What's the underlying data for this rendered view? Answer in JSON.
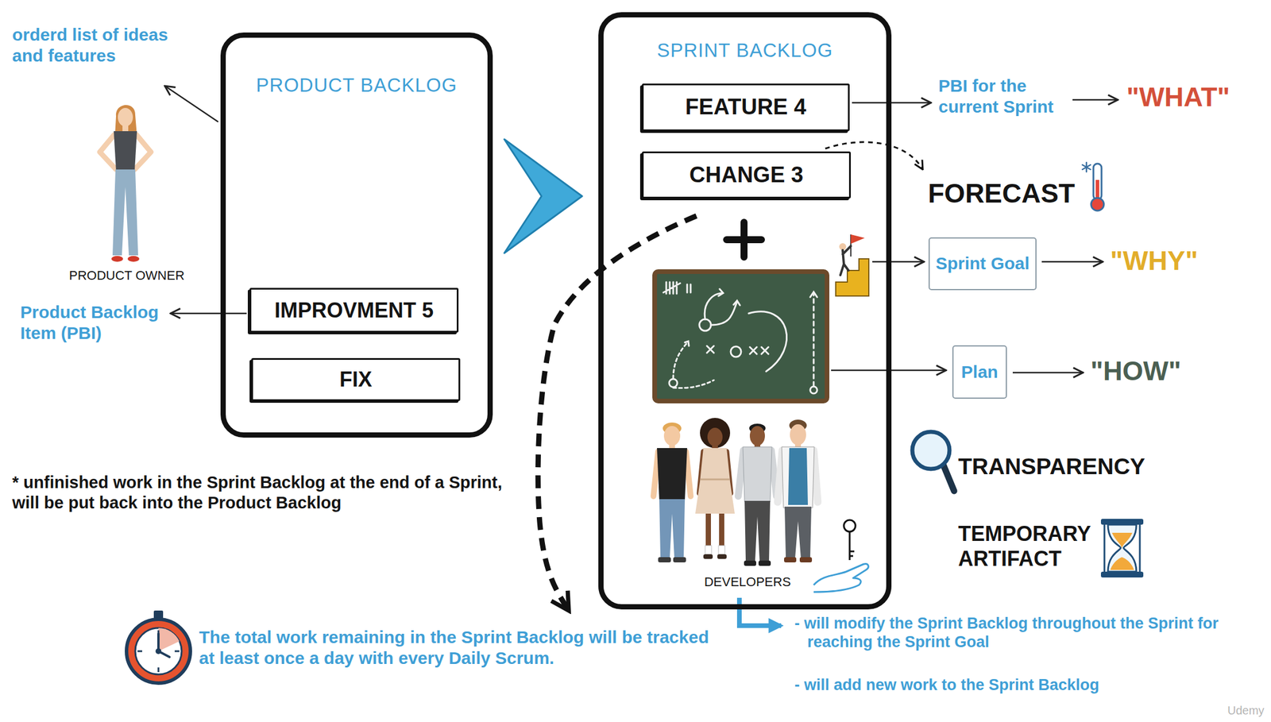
{
  "diagram": {
    "nodes": [
      {
        "text": [
          "PRODUCT BACKLOG"
        ]
      },
      {
        "text": [
          "IMPROVMENT 5"
        ],
        "in": 0
      },
      {
        "text": [
          "FIX"
        ],
        "in": 0
      },
      {
        "text": [
          "SPRINT BACKLOG"
        ]
      },
      {
        "text": [
          "FEATURE 4"
        ],
        "in": 3
      },
      {
        "text": [
          "CHANGE 3"
        ],
        "in": 3
      },
      {
        "text": [
          "Sprint Goal"
        ]
      },
      {
        "text": [
          "Plan"
        ]
      }
    ],
    "edges": [
      {
        "from": 0,
        "to": 3,
        "arrow": "to"
      }
    ],
    "labels": [
      "orderd list of ideas and features",
      "PRODUCT OWNER",
      "Product Backlog Item (PBI)",
      "PBI for the current Sprint",
      "\"WHAT\"",
      "FORECAST",
      "\"WHY\"",
      "\"HOW\"",
      "TRANSPARENCY",
      "TEMPORARY ARTIFACT",
      "DEVELOPERS",
      "- will modify the Sprint Backlog throughout the Sprint for reaching the Sprint Goal",
      "- will add new work to the Sprint Backlog",
      "* unfinished work in the Sprint Backlog at the end of a Sprint, will be put back into the Product Backlog",
      "The total work remaining in the Sprint Backlog will be tracked at least once a day with every Daily Scrum.",
      "Udemy"
    ]
  }
}
